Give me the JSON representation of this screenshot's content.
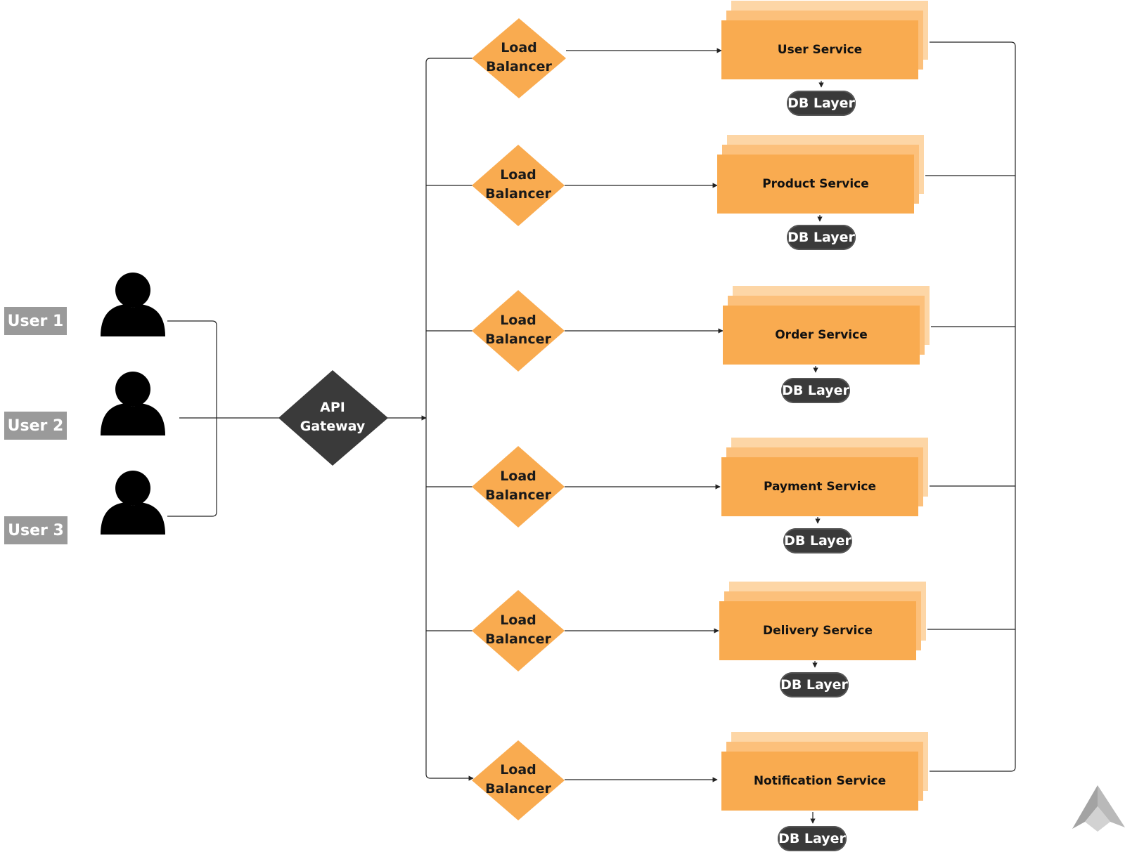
{
  "users": [
    {
      "label": "User 1"
    },
    {
      "label": "User 2"
    },
    {
      "label": "User 3"
    }
  ],
  "gateway": {
    "line1": "API",
    "line2": "Gateway"
  },
  "load_balancers": [
    {
      "line1": "Load",
      "line2": "Balancer"
    },
    {
      "line1": "Load",
      "line2": "Balancer"
    },
    {
      "line1": "Load",
      "line2": "Balancer"
    },
    {
      "line1": "Load",
      "line2": "Balancer"
    },
    {
      "line1": "Load",
      "line2": "Balancer"
    },
    {
      "line1": "Load",
      "line2": "Balancer"
    }
  ],
  "services": [
    {
      "name": "User Service",
      "db": "DB Layer"
    },
    {
      "name": "Product Service",
      "db": "DB Layer"
    },
    {
      "name": "Order Service",
      "db": "DB Layer"
    },
    {
      "name": "Payment Service",
      "db": "DB Layer"
    },
    {
      "name": "Delivery Service",
      "db": "DB Layer"
    },
    {
      "name": "Notification Service",
      "db": "DB Layer"
    }
  ],
  "colors": {
    "service_front": "#f9ab50",
    "service_mid": "#fcc07b",
    "service_back": "#fdd6a6",
    "load_balancer": "#f9ab50",
    "gateway": "#3a3a3a",
    "db_layer": "#3a3a3a",
    "user_label": "#9a9a9a",
    "line": "#222222"
  },
  "icons": {
    "user": "person-silhouette-icon",
    "logo": "abstract-triangle-logo-icon"
  }
}
